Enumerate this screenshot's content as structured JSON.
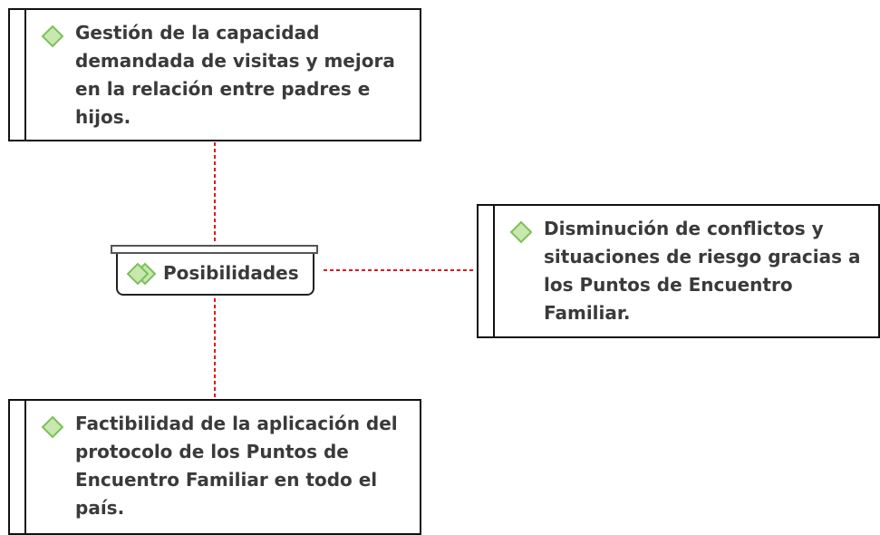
{
  "diagram": {
    "central_node": {
      "label": "Posibilidades",
      "icon": "double-diamond-icon"
    },
    "nodes": [
      {
        "id": "top",
        "icon": "diamond-icon",
        "label": "Gestión de la capacidad demandada de visitas y mejora en la relación entre padres e hijos."
      },
      {
        "id": "right",
        "icon": "diamond-icon",
        "label": "Disminución de conflictos y situaciones de riesgo gracias a los Puntos de Encuentro Familiar."
      },
      {
        "id": "bottom",
        "icon": "diamond-icon",
        "label": "Factibilidad de la aplicación del protocolo de los Puntos de Encuentro Familiar en todo el país."
      }
    ],
    "colors": {
      "connector": "#e0161b",
      "icon_fill": "#c8e8b0",
      "icon_stroke": "#7cc05a",
      "text": "#3a3a3a",
      "border": "#111111"
    }
  }
}
